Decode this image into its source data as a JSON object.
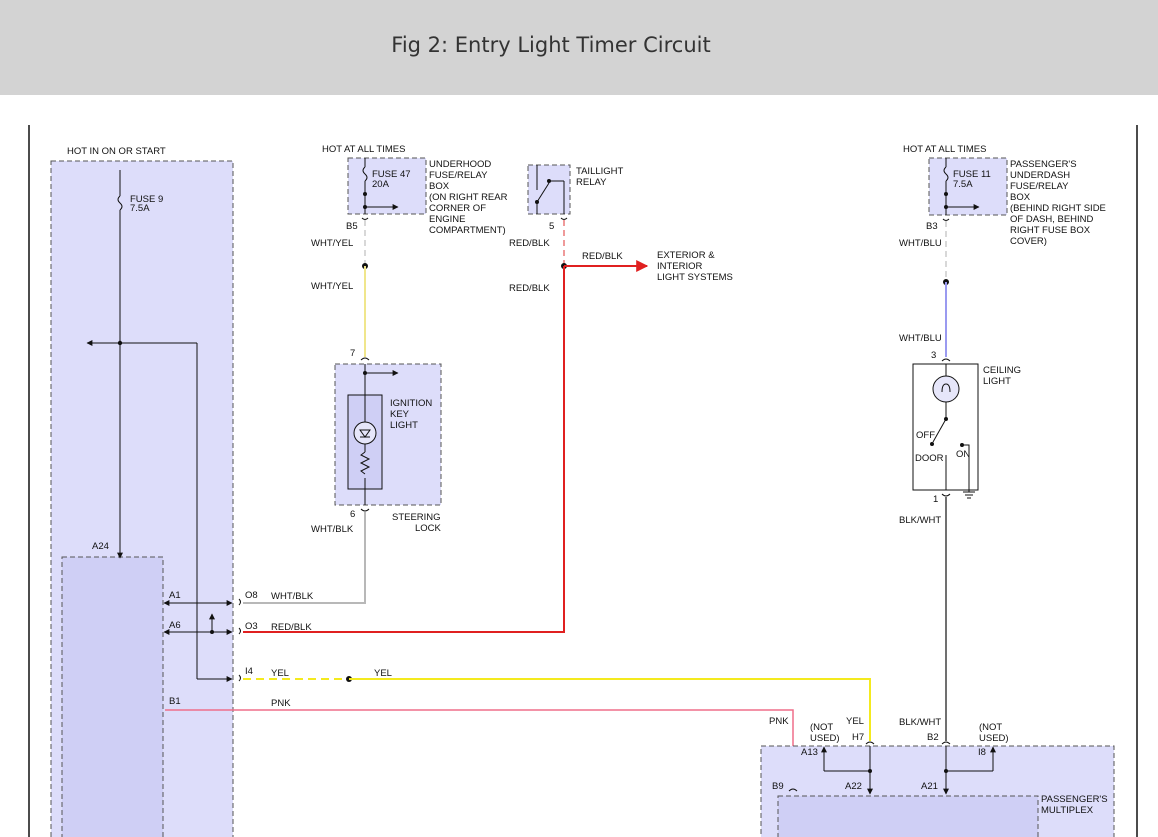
{
  "header": {
    "title": "Fig 2: Entry Light Timer Circuit"
  },
  "colors": {
    "module_fill": "#ddddfa",
    "inner_module_fill": "#cfcff5",
    "wht_yel": "#f0e68c",
    "red_blk": "#e02020",
    "yel": "#f4ea1e",
    "pnk": "#ef6f8a",
    "wht_blu": "#9a9af0",
    "wht_blk": "#b8b8b8",
    "blk_wht": "#707070"
  },
  "labels": {
    "hot_in_on_or_start": "HOT IN ON OR START",
    "fuse9": "FUSE 9",
    "fuse9_rating": "7.5A",
    "hot_at_all_times_1": "HOT AT ALL TIMES",
    "fuse47": "FUSE 47",
    "fuse47_rating": "20A",
    "underhood_box": [
      "UNDERHOOD",
      "FUSE/RELAY",
      "BOX",
      "(ON RIGHT REAR",
      "CORNER OF",
      "ENGINE",
      "COMPARTMENT)"
    ],
    "taillight_relay": [
      "TAILLIGHT",
      "RELAY"
    ],
    "hot_at_all_times_2": "HOT AT ALL TIMES",
    "fuse11": "FUSE 11",
    "fuse11_rating": "7.5A",
    "passenger_underdash_box": [
      "PASSENGER'S",
      "UNDERDASH",
      "FUSE/RELAY",
      "BOX",
      "(BEHIND RIGHT SIDE",
      "OF DASH, BEHIND",
      "RIGHT FUSE BOX",
      "COVER)"
    ],
    "exterior_interior": [
      "EXTERIOR &",
      "INTERIOR",
      "LIGHT SYSTEMS"
    ],
    "ignition_key_light": [
      "IGNITION",
      "KEY",
      "LIGHT"
    ],
    "steering_lock": [
      "STEERING",
      "LOCK"
    ],
    "ceiling_light": [
      "CEILING",
      "LIGHT"
    ],
    "switch_off": "OFF",
    "switch_door": "DOOR",
    "switch_on": "ON",
    "passengers_multiplex": [
      "PASSENGER'S",
      "MULTIPLEX"
    ],
    "not_used_1": [
      "(NOT",
      "USED)"
    ],
    "not_used_2": [
      "(NOT",
      "USED)"
    ]
  },
  "pins": {
    "b5": "B5",
    "p5": "5",
    "b3": "B3",
    "p7": "7",
    "p6": "6",
    "p3": "3",
    "p1": "1",
    "a24": "A24",
    "a1": "A1",
    "a6": "A6",
    "b1": "B1",
    "o8": "O8",
    "o3": "O3",
    "i4": "I4",
    "h7": "H7",
    "b2": "B2",
    "a13": "A13",
    "i8": "I8",
    "b9": "B9",
    "a22": "A22",
    "a21": "A21"
  },
  "wires": {
    "wht_yel_1": "WHT/YEL",
    "wht_yel_2": "WHT/YEL",
    "red_blk_1": "RED/BLK",
    "red_blk_2": "RED/BLK",
    "red_blk_3": "RED/BLK",
    "wht_blu_1": "WHT/BLU",
    "wht_blu_2": "WHT/BLU",
    "wht_blk_1": "WHT/BLK",
    "wht_blk_2": "WHT/BLK",
    "red_blk_o3": "RED/BLK",
    "yel_1": "YEL",
    "yel_2": "YEL",
    "yel_3": "YEL",
    "pnk_1": "PNK",
    "pnk_2": "PNK",
    "blk_wht_1": "BLK/WHT",
    "blk_wht_2": "BLK/WHT"
  }
}
